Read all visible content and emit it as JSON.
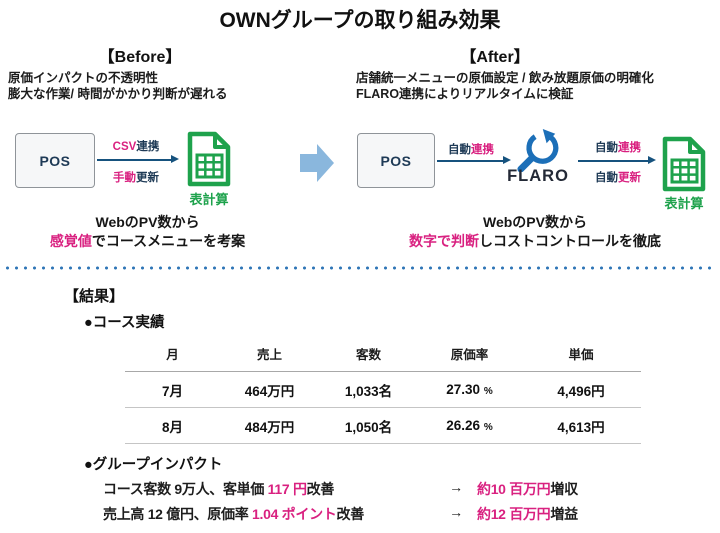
{
  "title": "OWNグループの取り組み効果",
  "before": {
    "header": "【Before】",
    "desc_line1": "原価インパクトの不透明性",
    "desc_line2": "膨大な作業/ 時間がかかり判断が遅れる",
    "pos_label": "POS",
    "arrow_top_hl": "CSV",
    "arrow_top_rest": "連携",
    "arrow_bottom_hl": "手動",
    "arrow_bottom_rest": "更新",
    "sheet_label": "表計算",
    "summary_line1": "WebのPV数から",
    "summary_hl": "感覚値",
    "summary_rest": "でコースメニューを考案"
  },
  "after": {
    "header": "【After】",
    "desc_line1": "店舗統一メニューの原価設定 / 飲み放題原価の明確化",
    "desc_line2": "FLARO連携によりリアルタイムに検証",
    "pos_label": "POS",
    "arrow1_plain": "自動",
    "arrow1_hl": "連携",
    "flaro_label": "FLARO",
    "arrow2_top_plain": "自動",
    "arrow2_top_hl": "連携",
    "arrow2_bottom_plain": "自動",
    "arrow2_bottom_hl": "更新",
    "sheet_label": "表計算",
    "summary_line1": "WebのPV数から",
    "summary_hl": "数字で判断",
    "summary_rest": "しコストコントロールを徹底"
  },
  "results": {
    "header": "【結果】",
    "course_header": "●コース実績",
    "table": {
      "columns": [
        "月",
        "売上",
        "客数",
        "原価率",
        "単価"
      ],
      "rows": [
        {
          "month": "7月",
          "sales": "464万円",
          "guests": "1,033名",
          "cost_rate": "27.30",
          "cost_rate_unit": "%",
          "unit_price": "4,496円"
        },
        {
          "month": "8月",
          "sales": "484万円",
          "guests": "1,050名",
          "cost_rate": "26.26",
          "cost_rate_unit": "%",
          "unit_price": "4,613円"
        }
      ]
    },
    "impact_header": "●グループインパクト",
    "impact_rows": [
      {
        "pre": "コース客数 9万人、客単価 ",
        "hl1": "117 円",
        "post": "改善",
        "arrow": "→",
        "hl2": "約10 百万円",
        "tail": "増収"
      },
      {
        "pre": "売上高 12 億円、原価率 ",
        "hl1": "1.04 ポイント",
        "post": "改善",
        "arrow": "→",
        "hl2": "約12 百万円",
        "tail": "増益"
      }
    ]
  },
  "colors": {
    "accent_pink": "#d92180",
    "navy_text": "#1e3a56",
    "spreadsheet_green": "#1ea24c",
    "arrow_blue": "#16527e",
    "block_arrow_blue": "#8ab7dd",
    "flaro_blue": "#1c6fb8",
    "divider_dot_blue": "#2e75b6"
  }
}
